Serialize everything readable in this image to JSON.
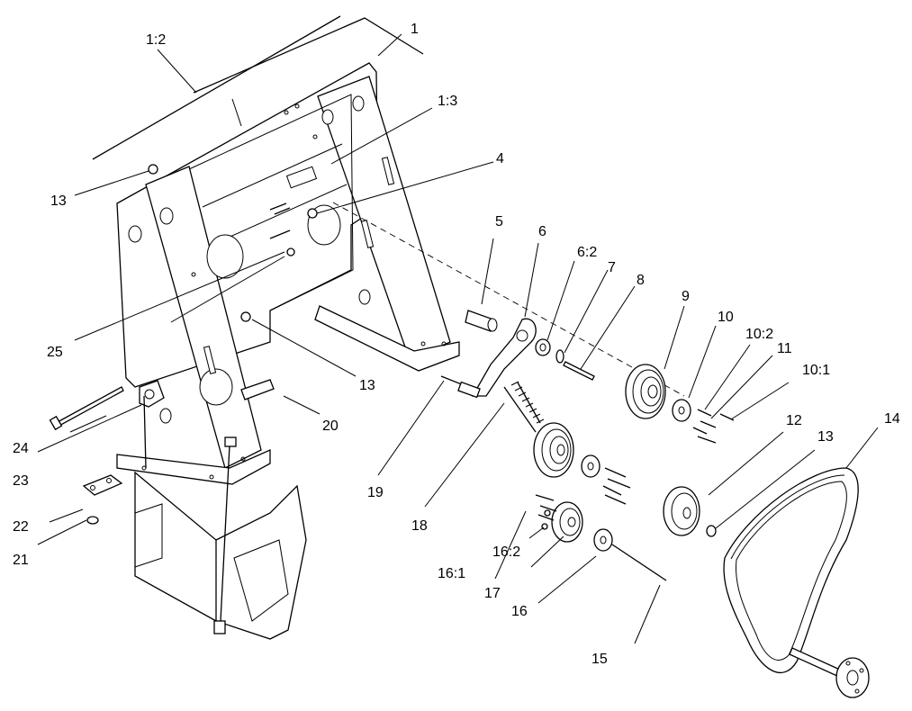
{
  "callouts": {
    "c1": "1",
    "c1_2": "1:2",
    "c1_3": "1:3",
    "c4": "4",
    "c5": "5",
    "c6": "6",
    "c6_2": "6:2",
    "c7": "7",
    "c8": "8",
    "c9": "9",
    "c10": "10",
    "c10_2": "10:2",
    "c11": "11",
    "c10_1": "10:1",
    "c12": "12",
    "c13_top": "13",
    "c13_mid": "13",
    "c13_right": "13",
    "c14": "14",
    "c15": "15",
    "c16": "16",
    "c16_1": "16:1",
    "c16_2": "16:2",
    "c17": "17",
    "c18": "18",
    "c19": "19",
    "c20": "20",
    "c21": "21",
    "c22": "22",
    "c23": "23",
    "c24": "24",
    "c25": "25"
  }
}
